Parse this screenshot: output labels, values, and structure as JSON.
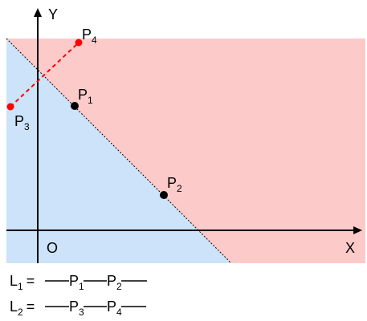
{
  "axes": {
    "x_label": "X",
    "y_label": "Y",
    "origin_label": "O"
  },
  "points": {
    "p1": {
      "label": "P",
      "sub": "1",
      "color": "#000000"
    },
    "p2": {
      "label": "P",
      "sub": "2",
      "color": "#000000"
    },
    "p3": {
      "label": "P",
      "sub": "3",
      "color": "#ff0000"
    },
    "p4": {
      "label": "P",
      "sub": "4",
      "color": "#ff0000"
    }
  },
  "regions": {
    "below_line_color": "#cce3f9",
    "above_line_color": "#fdcaca"
  },
  "segment_p3_p4_color": "#ff0000",
  "legend": {
    "l1": {
      "name": "L",
      "sub": "1",
      "eq": "=",
      "p_a": "P",
      "p_a_sub": "1",
      "p_b": "P",
      "p_b_sub": "2"
    },
    "l2": {
      "name": "L",
      "sub": "2",
      "eq": "=",
      "p_a": "P",
      "p_a_sub": "3",
      "p_b": "P",
      "p_b_sub": "4"
    }
  }
}
